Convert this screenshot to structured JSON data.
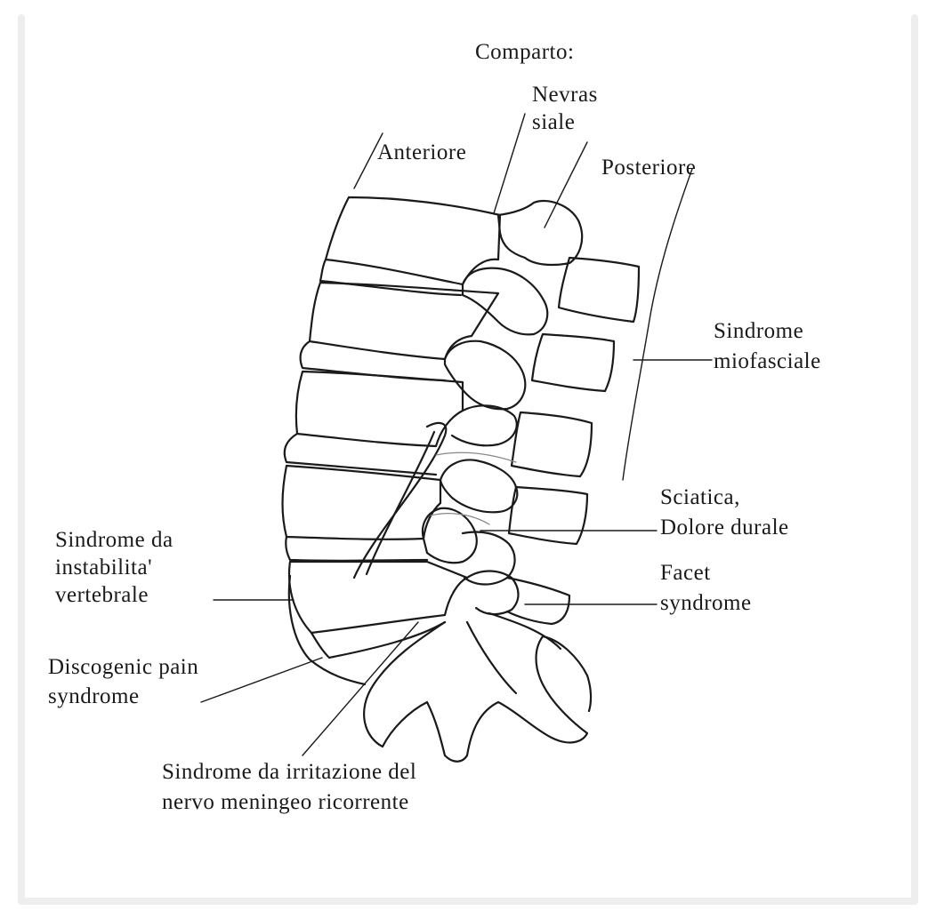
{
  "labels": {
    "compartment": "Comparto:",
    "neuraxial_1": "Nevras",
    "neuraxial_2": "siale",
    "anterior": "Anteriore",
    "posterior": "Posteriore",
    "myofascial_1": "Sindrome",
    "myofascial_2": "miofasciale",
    "sciatica_1": "Sciatica,",
    "sciatica_2": "Dolore durale",
    "facet_1": "Facet",
    "facet_2": "syndrome",
    "instability_1": "Sindrome da",
    "instability_2": "instabilita'",
    "instability_3": "vertebrale",
    "discogenic_1": "Discogenic pain",
    "discogenic_2": "syndrome",
    "meningeal_1": "Sindrome da irritazione del",
    "meningeal_2": "nervo meningeo ricorrente"
  },
  "colors": {
    "ink": "#1a1a1a",
    "background": "#ffffff",
    "frame": "#f4f4f4"
  }
}
